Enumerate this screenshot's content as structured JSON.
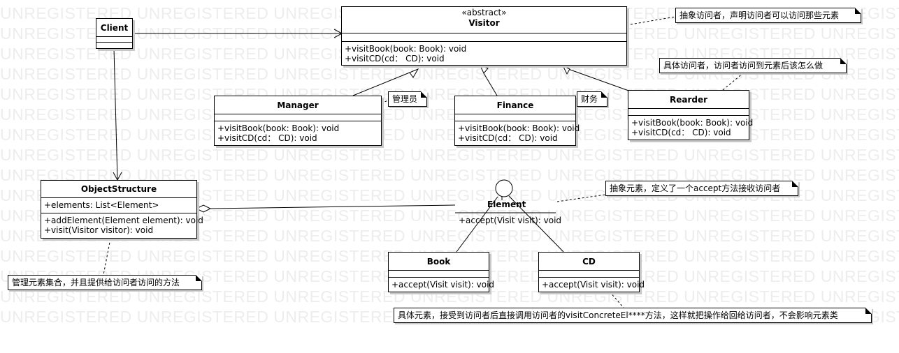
{
  "watermark": {
    "text": "UNREGISTERED UNREGISTERED UNREGISTERED UNREGISTERED UNREGISTERED UNREGISTERED UNREGISTERED UNREGISTERED"
  },
  "classes": {
    "client": {
      "name": "Client"
    },
    "visitor": {
      "stereotype": "«abstract»",
      "name": "Visitor",
      "operations": [
        "+visitBook(book: Book): void",
        "+visitCD(cd： CD): void"
      ]
    },
    "manager": {
      "name": "Manager",
      "operations": [
        "+visitBook(book: Book): void",
        "+visitCD(cd： CD): void"
      ]
    },
    "finance": {
      "name": "Finance",
      "operations": [
        "+visitBook(book: Book): void",
        "+visitCD(cd： CD): void"
      ]
    },
    "rearder": {
      "name": "Rearder",
      "operations": [
        "+visitBook(book: Book): void",
        "+visitCD(cd： CD): void"
      ]
    },
    "object_structure": {
      "name": "ObjectStructure",
      "attributes": [
        "+elements: List<Element>"
      ],
      "operations": [
        "+addElement(Element element): void",
        "+visit(Visitor visitor): void"
      ]
    },
    "element": {
      "name": "Element",
      "operations": [
        "+accept(Visit visit): void"
      ]
    },
    "book": {
      "name": "Book",
      "operations": [
        "+accept(Visit visit): void"
      ]
    },
    "cd": {
      "name": "CD",
      "operations": [
        "+accept(Visit visit): void"
      ]
    }
  },
  "notes": {
    "abstract_visitor": "抽象访问者，声明访问者可以访问那些元素",
    "concrete_visitor": "具体访问者，访问者访问到元素后该怎么做",
    "manager": "管理员",
    "finance": "财务",
    "abstract_element": "抽象元素，定义了一个accept方法接收访问者",
    "object_structure": "管理元素集合，并且提供给访问者访问的方法",
    "concrete_element": "具体元素，接受到访问者后直接调用访问者的visitConcreteEl****方法，这样就把操作给回给访问者，不会影响元素类"
  }
}
